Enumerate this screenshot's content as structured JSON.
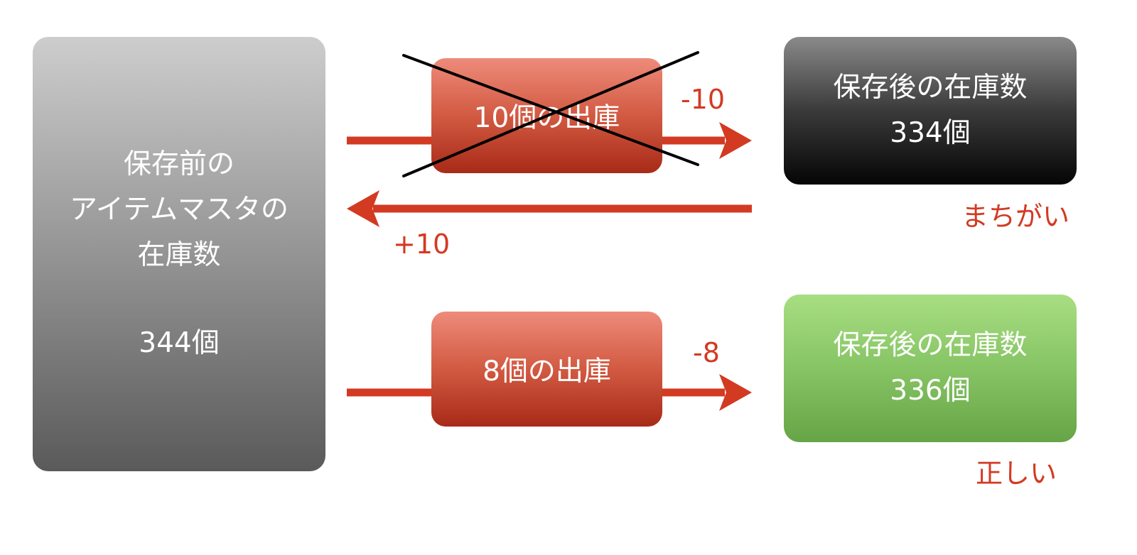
{
  "source": {
    "lines": [
      "保存前の",
      "アイテムマスタの",
      "在庫数"
    ],
    "count": "344個"
  },
  "wrong_flow": {
    "process_label": "10個の出庫",
    "delta_out": "-10",
    "delta_back": "+10",
    "result_title": "保存後の在庫数",
    "result_count": "334個",
    "verdict": "まちがい"
  },
  "correct_flow": {
    "process_label": "8個の出庫",
    "delta_out": "-8",
    "result_title": "保存後の在庫数",
    "result_count": "336個",
    "verdict": "正しい"
  },
  "colors": {
    "arrow": "#d33a22",
    "cross": "#000000"
  }
}
